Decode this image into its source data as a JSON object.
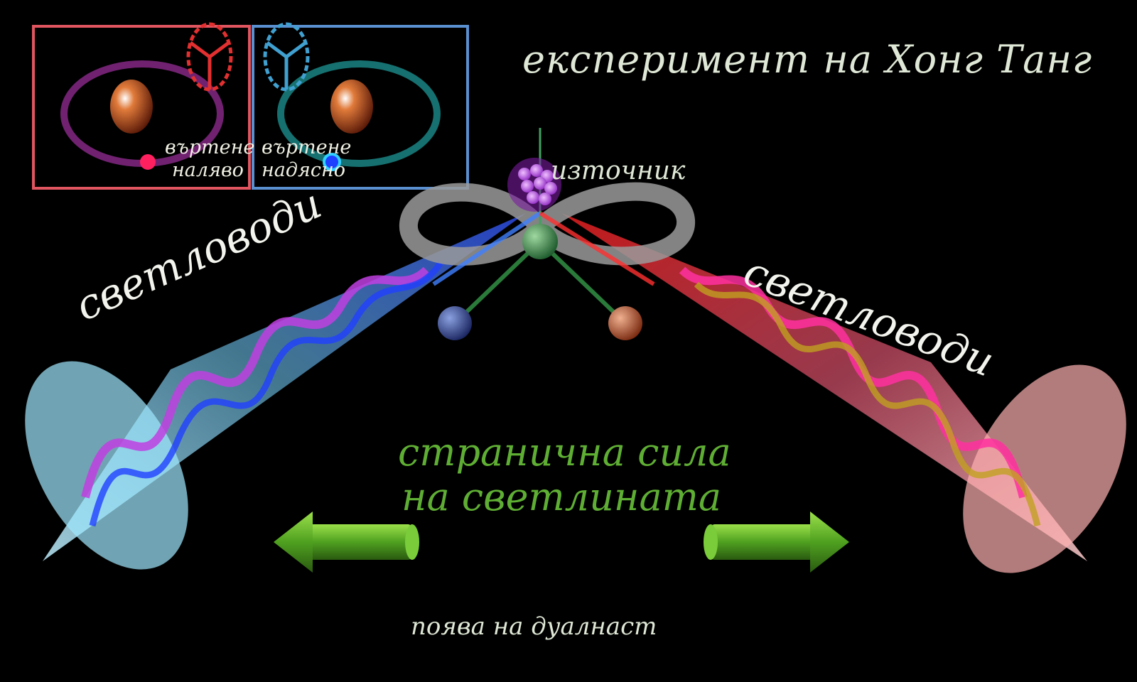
{
  "title": "експеримент на Хонг Танг",
  "inset_left": {
    "line1": "въртене",
    "line2": "наляво",
    "color": "#e0555f"
  },
  "inset_right": {
    "line1": "въртене",
    "line2": "надясно",
    "color": "#5a8fd0"
  },
  "source_label": "източник",
  "lightguide_left": "светловоди",
  "lightguide_right": "светловоди",
  "force_line1": "странична сила",
  "force_line2": "на светлината",
  "footer": "поява на дуалнаст",
  "colors": {
    "accent_green": "#5fae34",
    "text_light": "#dfe8d6"
  }
}
